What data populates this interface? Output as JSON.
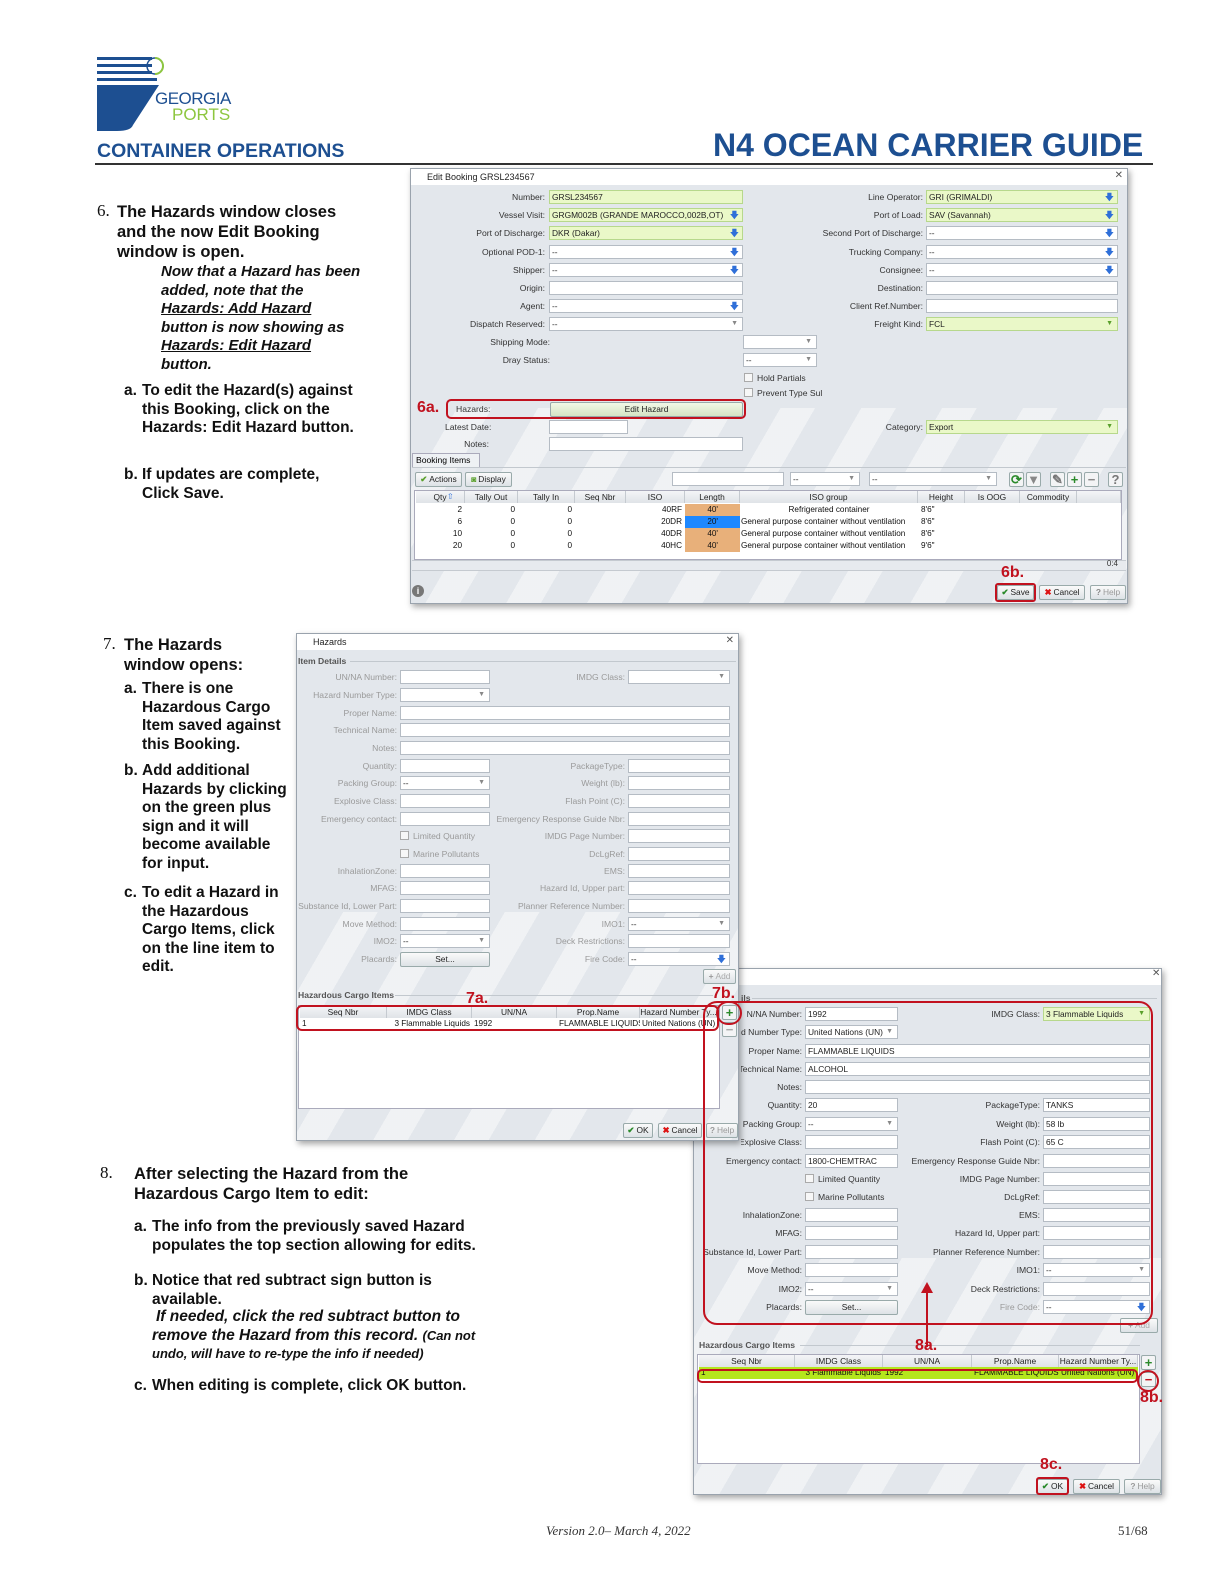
{
  "header": {
    "logo_text_1": "GEORGIA",
    "logo_text_2": "PORTS",
    "section": "CONTAINER OPERATIONS",
    "title": "N4 OCEAN CARRIER GUIDE",
    "colors": {
      "brand_blue": "#1d4f91",
      "brand_green": "#8dc63f",
      "annotation_red": "#c1121f"
    }
  },
  "step6": {
    "num": "6.",
    "heading": "The Hazards window closes and the now Edit Booking window is open.",
    "note_1": "Now that a Hazard has been added, note that the ",
    "note_link_1": "Hazards: Add Hazard",
    "note_2": " button is now showing as ",
    "note_link_2": "Hazards: Edit Hazard",
    "note_3": " button.",
    "a_marker": "a.",
    "a_text": "To edit the Hazard(s) against this Booking, click on the Hazards: Edit Hazard button.",
    "b_marker": "b.",
    "b_text": "If updates are complete, Click Save."
  },
  "step7": {
    "num": "7.",
    "heading": "The Hazards window opens:",
    "a_marker": "a.",
    "a_text": "There is one Hazardous Cargo Item saved against this Booking.",
    "b_marker": "b.",
    "b_text": "Add additional Hazards by clicking on the green plus sign and it will become available for input.",
    "c_marker": "c.",
    "c_text": "To edit a Hazard in the Hazardous Cargo Items, click on the line item to edit."
  },
  "step8": {
    "num": "8.",
    "heading": "After selecting the Hazard from the Hazardous Cargo Item to edit:",
    "a_marker": "a.",
    "a_text": "The info from the previously saved Hazard populates the top section allowing for edits.",
    "b_marker": "b.",
    "b_text": "Notice that red subtract sign button is available.",
    "b_note": "If needed, click the red subtract button to remove the Hazard from this record.",
    "b_note_small": "(Can not undo, will have to re-type the info if needed)",
    "c_marker": "c.",
    "c_text": "When editing is complete, click OK button."
  },
  "annotations": {
    "a6a": "6a.",
    "a6b": "6b.",
    "a7a": "7a.",
    "a7b": "7b.",
    "a8a": "8a.",
    "a8b": "8b.",
    "a8c": "8c."
  },
  "edit_booking": {
    "title": "Edit Booking GRSL234567",
    "fields": {
      "number": {
        "label": "Number:",
        "value": "GRSL234567"
      },
      "vessel_visit": {
        "label": "Vessel Visit:",
        "value": "GRGM002B (GRANDE MAROCCO,002B,OT)"
      },
      "pod": {
        "label": "Port of Discharge:",
        "value": "DKR (Dakar)"
      },
      "opt_pod": {
        "label": "Optional POD-1:",
        "value": "--"
      },
      "shipper": {
        "label": "Shipper:",
        "value": "--"
      },
      "origin": {
        "label": "Origin:",
        "value": ""
      },
      "agent": {
        "label": "Agent:",
        "value": "--"
      },
      "dispatch": {
        "label": "Dispatch Reserved:",
        "value": "--"
      },
      "line_operator": {
        "label": "Line Operator:",
        "value": "GRI (GRIMALDI)"
      },
      "pol": {
        "label": "Port of Load:",
        "value": "SAV (Savannah)"
      },
      "second_pod": {
        "label": "Second Port of Discharge:",
        "value": "--"
      },
      "trucking": {
        "label": "Trucking Company:",
        "value": "--"
      },
      "consignee": {
        "label": "Consignee:",
        "value": "--"
      },
      "destination": {
        "label": "Destination:",
        "value": ""
      },
      "client_ref": {
        "label": "Client Ref.Number:",
        "value": ""
      },
      "freight_kind": {
        "label": "Freight Kind:",
        "value": "FCL"
      },
      "shipping_mode": {
        "label": "Shipping Mode:",
        "value": ""
      },
      "dray_status": {
        "label": "Dray Status:",
        "value": "--"
      },
      "latest_date": {
        "label": "Latest Date:",
        "value": ""
      },
      "notes": {
        "label": "Notes:",
        "value": ""
      },
      "category": {
        "label": "Category:",
        "value": "Export"
      }
    },
    "hold_partials": "Hold Partials",
    "prevent_type_sub": "Prevent Type Sul",
    "hazards_label": "Hazards:",
    "edit_hazard_button": "Edit Hazard",
    "tab": "Booking Items",
    "actions": "Actions",
    "display": "Display",
    "filter_1": "--",
    "filter_2": "--",
    "columns": [
      "Qty",
      "Tally Out",
      "Tally In",
      "Seq Nbr",
      "ISO",
      "Length",
      "ISO group",
      "Height",
      "Is OOG",
      "Commodity"
    ],
    "rows": [
      [
        "2",
        "0",
        "0",
        "",
        "40RF",
        "40'",
        "Refrigerated container",
        "8'6\"",
        "",
        ""
      ],
      [
        "6",
        "0",
        "0",
        "",
        "20DR",
        "20'",
        "General purpose container without ventilation",
        "8'6\"",
        "",
        ""
      ],
      [
        "10",
        "0",
        "0",
        "",
        "40DR",
        "40'",
        "General purpose container without ventilation",
        "8'6\"",
        "",
        ""
      ],
      [
        "20",
        "0",
        "0",
        "",
        "40HC",
        "40'",
        "General purpose container without ventilation",
        "9'6\"",
        "",
        ""
      ]
    ],
    "status_count": "0:4",
    "save": "Save",
    "cancel": "Cancel",
    "help": "Help"
  },
  "hazards_empty": {
    "title": "Hazards",
    "item_details": "Item Details",
    "fields": {
      "un_na": {
        "label": "UN/NA Number:",
        "value": ""
      },
      "imdg": {
        "label": "IMDG Class:",
        "value": ""
      },
      "hnt": {
        "label": "Hazard Number Type:",
        "value": ""
      },
      "proper": {
        "label": "Proper Name:",
        "value": ""
      },
      "tech": {
        "label": "Technical Name:",
        "value": ""
      },
      "notes": {
        "label": "Notes:",
        "value": ""
      },
      "qty": {
        "label": "Quantity:",
        "value": ""
      },
      "pkg": {
        "label": "PackageType:",
        "value": ""
      },
      "packing": {
        "label": "Packing Group:",
        "value": "--"
      },
      "weight": {
        "label": "Weight (lb):",
        "value": ""
      },
      "explosive": {
        "label": "Explosive Class:",
        "value": ""
      },
      "flash": {
        "label": "Flash Point (C):",
        "value": ""
      },
      "emergency": {
        "label": "Emergency contact:",
        "value": ""
      },
      "erg": {
        "label": "Emergency Response Guide Nbr:",
        "value": ""
      },
      "limited": {
        "label": "Limited Quantity",
        "value": ""
      },
      "imdg_page": {
        "label": "IMDG Page Number:",
        "value": ""
      },
      "marine": {
        "label": "Marine Pollutants",
        "value": ""
      },
      "dclg": {
        "label": "DcLgRef:",
        "value": ""
      },
      "inhal": {
        "label": "InhalationZone:",
        "value": ""
      },
      "ems": {
        "label": "EMS:",
        "value": ""
      },
      "mfag": {
        "label": "MFAG:",
        "value": ""
      },
      "hid_upper": {
        "label": "Hazard Id, Upper part:",
        "value": ""
      },
      "sid_lower": {
        "label": "Substance Id, Lower Part:",
        "value": ""
      },
      "planner": {
        "label": "Planner Reference Number:",
        "value": ""
      },
      "move": {
        "label": "Move Method:",
        "value": ""
      },
      "imo1": {
        "label": "IMO1:",
        "value": "--"
      },
      "imo2": {
        "label": "IMO2:",
        "value": "--"
      },
      "deck": {
        "label": "Deck Restrictions:",
        "value": ""
      },
      "placards": {
        "label": "Placards:",
        "value": "Set..."
      },
      "fire": {
        "label": "Fire Code:",
        "value": "--"
      }
    },
    "add": "Add",
    "cargo_items": "Hazardous Cargo Items",
    "columns": [
      "Seq Nbr",
      "IMDG Class",
      "UN/NA",
      "Prop.Name",
      "Hazard Number Ty..."
    ],
    "rows": [
      [
        "1",
        "3 Flammable Liquids",
        "1992",
        "FLAMMABLE LIQUIDS",
        "United Nations (UN)"
      ]
    ],
    "ok": "OK",
    "cancel": "Cancel",
    "help": "Help"
  },
  "hazards_edit": {
    "section_fragment": "ils",
    "fields": {
      "un_na": {
        "label": "N/NA Number:",
        "value": "1992"
      },
      "imdg": {
        "label": "IMDG Class:",
        "value": "3 Flammable Liquids"
      },
      "hnt": {
        "label": "d Number Type:",
        "value": "United Nations (UN)"
      },
      "proper": {
        "label": "Proper Name:",
        "value": "FLAMMABLE LIQUIDS"
      },
      "tech": {
        "label": "Technical Name:",
        "value": "ALCOHOL"
      },
      "notes": {
        "label": "Notes:",
        "value": ""
      },
      "qty": {
        "label": "Quantity:",
        "value": "20"
      },
      "pkg": {
        "label": "PackageType:",
        "value": "TANKS"
      },
      "packing": {
        "label": "Packing Group:",
        "value": "--"
      },
      "weight": {
        "label": "Weight (lb):",
        "value": "58 lb"
      },
      "explosive": {
        "label": "Explosive Class:",
        "value": ""
      },
      "flash": {
        "label": "Flash Point (C):",
        "value": "65 C"
      },
      "emergency": {
        "label": "Emergency contact:",
        "value": "1800-CHEMTRAC"
      },
      "erg": {
        "label": "Emergency Response Guide Nbr:",
        "value": ""
      },
      "limited": {
        "label": "Limited Quantity",
        "value": ""
      },
      "imdg_page": {
        "label": "IMDG Page Number:",
        "value": ""
      },
      "marine": {
        "label": "Marine Pollutants",
        "value": ""
      },
      "dclg": {
        "label": "DcLgRef:",
        "value": ""
      },
      "inhal": {
        "label": "InhalationZone:",
        "value": ""
      },
      "ems": {
        "label": "EMS:",
        "value": ""
      },
      "mfag": {
        "label": "MFAG:",
        "value": ""
      },
      "hid_upper": {
        "label": "Hazard Id, Upper part:",
        "value": ""
      },
      "sid_lower": {
        "label": "Substance Id, Lower Part:",
        "value": ""
      },
      "planner": {
        "label": "Planner Reference Number:",
        "value": ""
      },
      "move": {
        "label": "Move Method:",
        "value": ""
      },
      "imo1": {
        "label": "IMO1:",
        "value": "--"
      },
      "imo2": {
        "label": "IMO2:",
        "value": "--"
      },
      "deck": {
        "label": "Deck Restrictions:",
        "value": ""
      },
      "placards": {
        "label": "Placards:",
        "value": "Set..."
      },
      "fire": {
        "label": "Fire Code:",
        "value": "--"
      }
    },
    "add": "Add",
    "cargo_items": "Hazardous Cargo Items",
    "columns": [
      "Seq Nbr",
      "IMDG Class",
      "UN/NA",
      "Prop.Name",
      "Hazard Number Ty..."
    ],
    "rows": [
      [
        "1",
        "3 Flammable Liquids",
        "1992",
        "FLAMMABLE LIQUIDS",
        "United Nations (UN)"
      ]
    ],
    "selected_row_color": "#b5e61d",
    "ok": "OK",
    "cancel": "Cancel",
    "help": "Help"
  },
  "footer": {
    "version": "Version 2.0– March 4, 2022",
    "page": "51/68"
  }
}
